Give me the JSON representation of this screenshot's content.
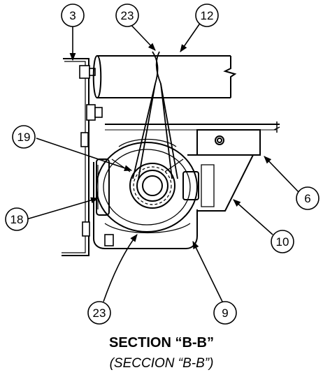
{
  "callouts": {
    "c3": "3",
    "c23_top": "23",
    "c12": "12",
    "c19": "19",
    "c6": "6",
    "c18": "18",
    "c10": "10",
    "c23_bottom": "23",
    "c9": "9"
  },
  "caption": {
    "title": "SECTION “B-B”",
    "subtitle": "(SECCION “B-B”)"
  }
}
